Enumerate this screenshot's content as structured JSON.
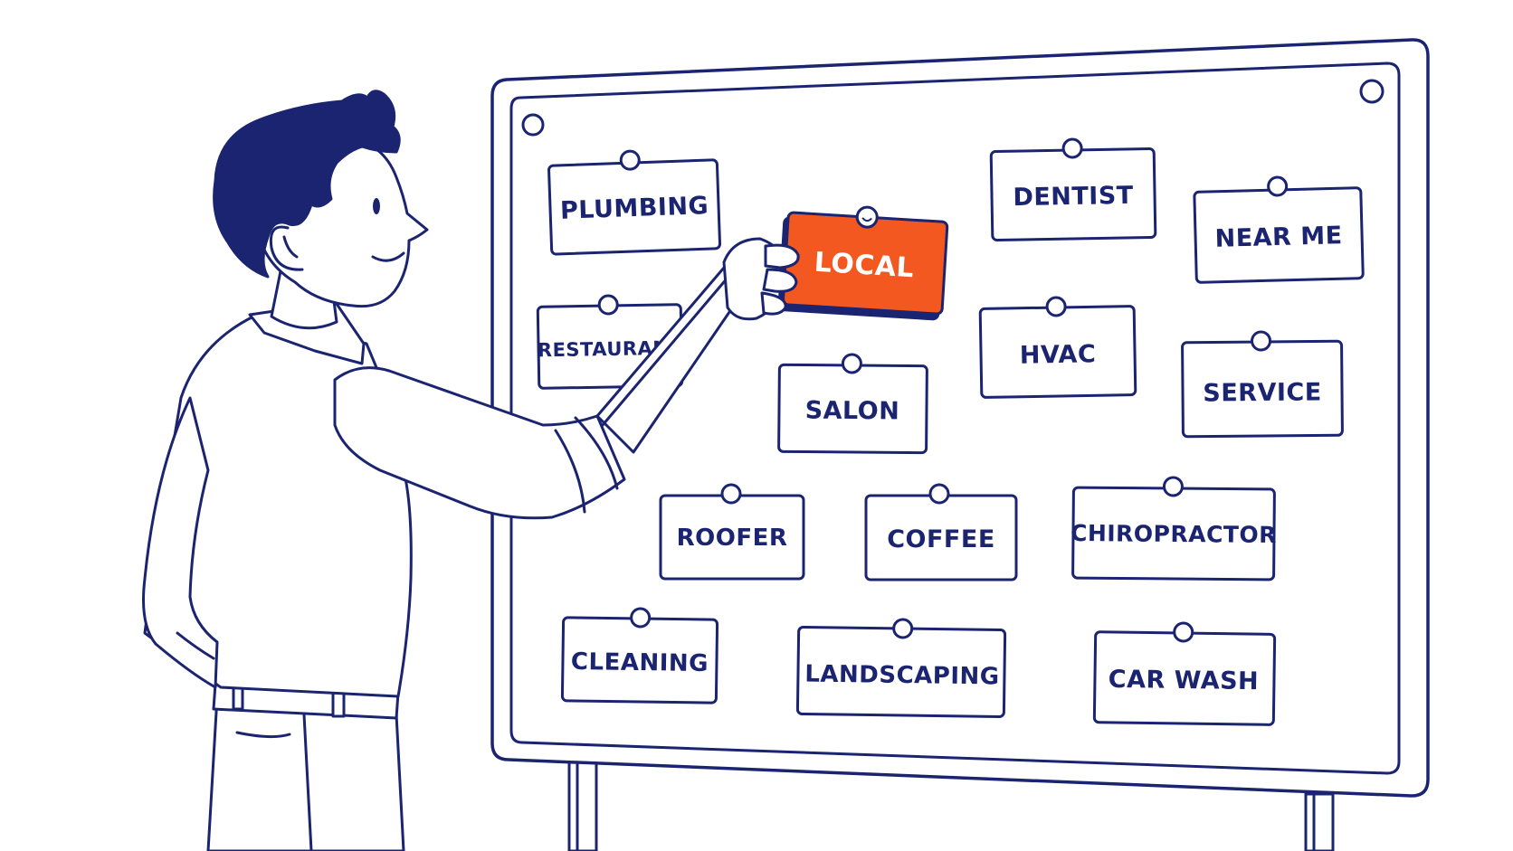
{
  "colors": {
    "ink": "#1b2470",
    "paper": "#ffffff",
    "accent": "#f2581f",
    "accent_text": "#ffffff"
  },
  "board": {
    "cards": [
      {
        "id": "plumbing",
        "label": "PLUMBING"
      },
      {
        "id": "dentist",
        "label": "DENTIST"
      },
      {
        "id": "near-me",
        "label": "NEAR ME"
      },
      {
        "id": "restaurant",
        "label": "RESTAURANT"
      },
      {
        "id": "hvac",
        "label": "HVAC"
      },
      {
        "id": "service",
        "label": "SERVICE"
      },
      {
        "id": "salon",
        "label": "SALON"
      },
      {
        "id": "roofer",
        "label": "ROOFER"
      },
      {
        "id": "coffee",
        "label": "COFFEE"
      },
      {
        "id": "chiropractor",
        "label": "CHIROPRACTOR"
      },
      {
        "id": "cleaning",
        "label": "CLEANING"
      },
      {
        "id": "landscaping",
        "label": "LANDSCAPING"
      },
      {
        "id": "car-wash",
        "label": "CAR WASH"
      }
    ],
    "highlight_card": {
      "id": "local",
      "label": "LOCAL"
    }
  }
}
